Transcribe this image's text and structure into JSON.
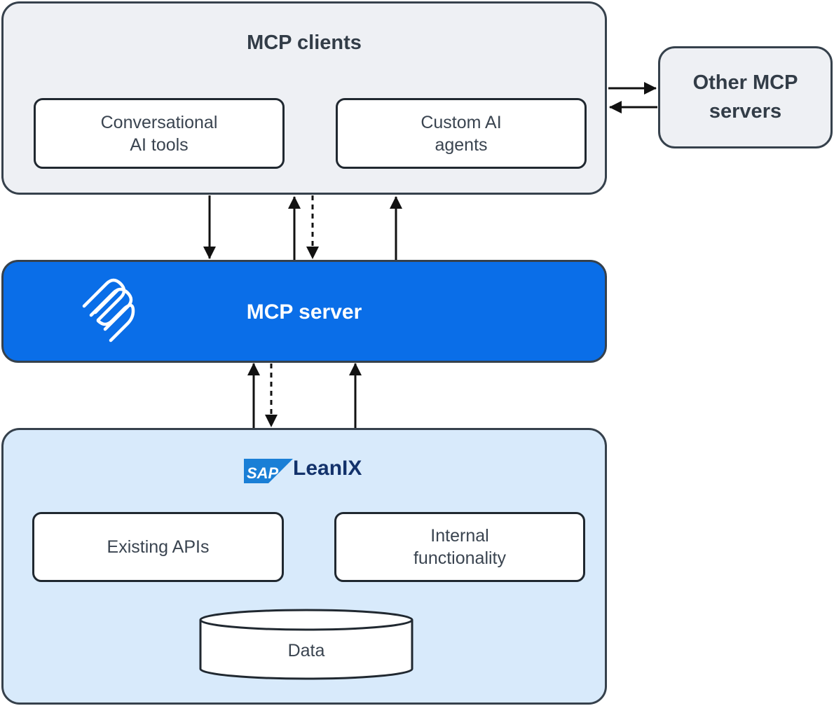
{
  "clients": {
    "title": "MCP clients",
    "items": [
      {
        "line1": "Conversational",
        "line2": "AI tools"
      },
      {
        "line1": "Custom AI",
        "line2": "agents"
      }
    ]
  },
  "other_servers": {
    "line1": "Other MCP",
    "line2": "servers"
  },
  "server": {
    "title": "MCP server",
    "icon": "mcp-logo-icon"
  },
  "platform": {
    "brand_badge": "SAP",
    "brand_name": "LeanIX",
    "items": [
      {
        "line1": "Existing APIs",
        "line2": ""
      },
      {
        "line1": "Internal",
        "line2": "functionality"
      }
    ],
    "data_store": "Data"
  },
  "colors": {
    "server_blue": "#0a6ee8",
    "client_gray": "#eef0f4",
    "platform_blue": "#d8eafb",
    "sap_badge_blue": "#1a7fd6",
    "brand_navy": "#13326b"
  }
}
